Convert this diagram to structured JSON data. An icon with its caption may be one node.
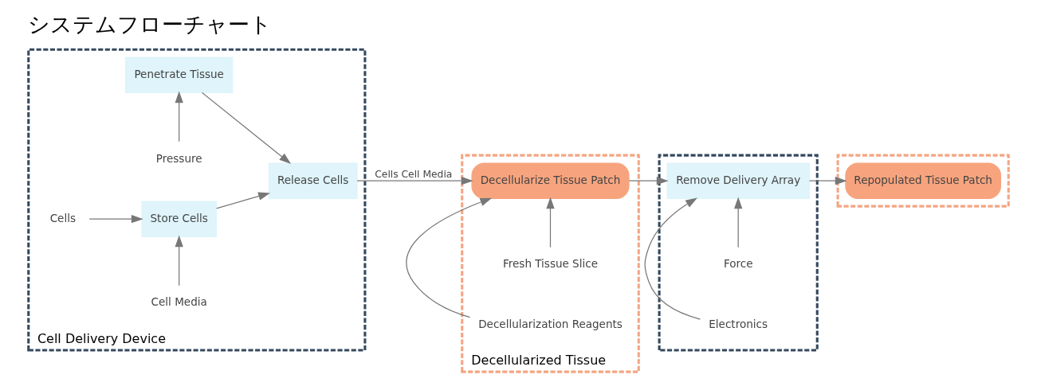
{
  "diagram": {
    "title": "システムフローチャート",
    "nodes": [
      {
        "text": [
          "Cell Delivery Device"
        ]
      },
      {
        "text": [
          "Pressure"
        ],
        "in": 0
      },
      {
        "text": [
          "Penetrate Tissue"
        ],
        "in": 0
      },
      {
        "text": [
          "Cells"
        ],
        "in": 0
      },
      {
        "text": [
          "Store Cells"
        ],
        "in": 0
      },
      {
        "text": [
          "Cell Media"
        ],
        "in": 0
      },
      {
        "text": [
          "Release Cells"
        ],
        "in": 0
      },
      {
        "text": [
          "Decellularized Tissue"
        ]
      },
      {
        "text": [
          "Fresh Tissue Slice"
        ],
        "in": 7
      },
      {
        "text": [
          "Decellularize Tissue Patch"
        ],
        "in": 7
      },
      {
        "text": [
          "Decellularization Reagents"
        ],
        "in": 7
      },
      {
        "text": [],
        "shape": "box"
      },
      {
        "text": [
          "Force"
        ],
        "in": 11
      },
      {
        "text": [
          "Remove Delivery Array"
        ],
        "in": 11
      },
      {
        "text": [
          "Electronics"
        ],
        "in": 11
      },
      {
        "text": [],
        "shape": "box"
      },
      {
        "text": [
          "Repopulated Tissue Patch"
        ],
        "in": 15
      }
    ],
    "edges": [
      {
        "from": 1,
        "to": 2,
        "arrow": "to"
      },
      {
        "from": 3,
        "to": 4,
        "arrow": "to"
      },
      {
        "from": 5,
        "to": 4,
        "arrow": "to"
      },
      {
        "from": 2,
        "to": 6,
        "arrow": "to"
      },
      {
        "from": 4,
        "to": 6,
        "arrow": "to"
      },
      {
        "from": 6,
        "to": 9,
        "arrow": "to",
        "label": "Cells Cell Media"
      },
      {
        "from": 8,
        "to": 9,
        "arrow": "to"
      },
      {
        "from": 10,
        "to": 9,
        "arrow": "to"
      },
      {
        "from": 9,
        "to": 13,
        "arrow": "to"
      },
      {
        "from": 12,
        "to": 13,
        "arrow": "to"
      },
      {
        "from": 14,
        "to": 13,
        "arrow": "to"
      },
      {
        "from": 13,
        "to": 16,
        "arrow": "to"
      }
    ]
  }
}
